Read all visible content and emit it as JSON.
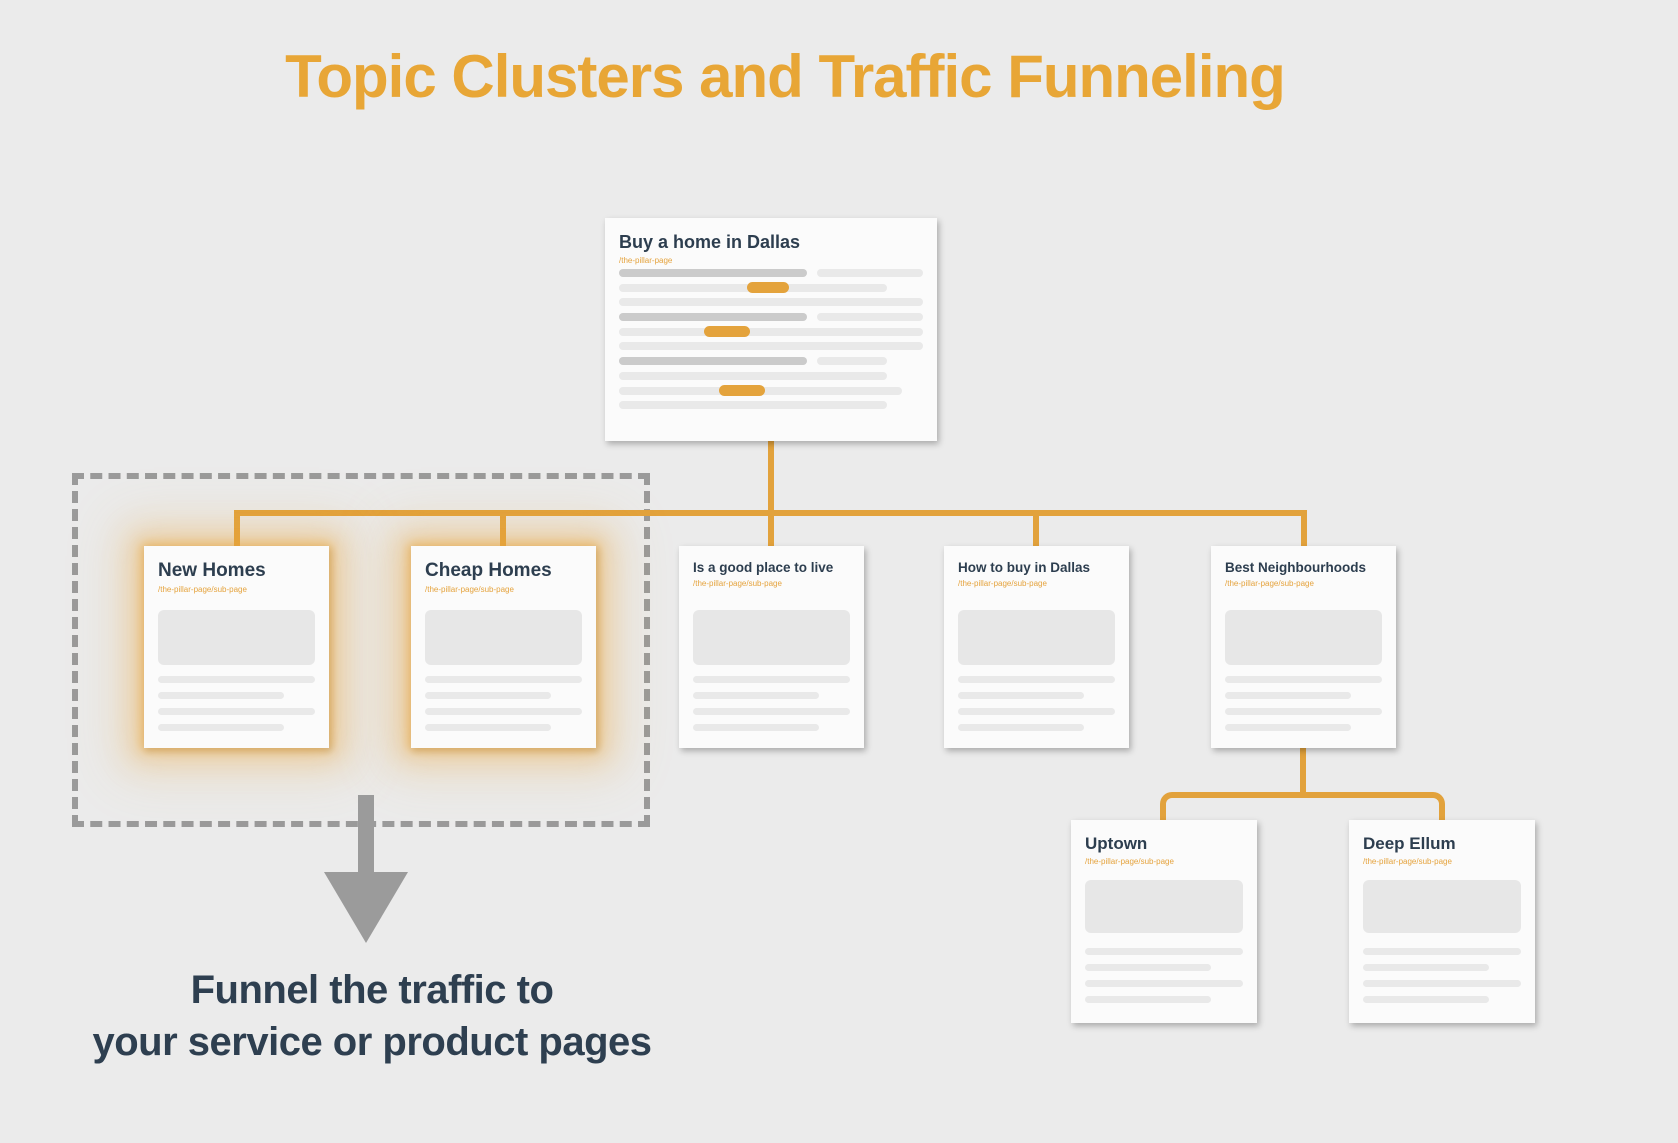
{
  "title": "Topic Clusters and Traffic Funneling",
  "pillar": {
    "title": "Buy a home in Dallas",
    "url": "/the-pillar-page",
    "skeleton_rows": [
      {
        "segs": [
          {
            "c": "dark",
            "x": 0,
            "w": 62
          },
          {
            "c": "light",
            "x": 65,
            "w": 35
          }
        ]
      },
      {
        "segs": [
          {
            "c": "light",
            "x": 0,
            "w": 88
          }
        ],
        "pill": {
          "x": 42,
          "w": 14
        }
      },
      {
        "segs": [
          {
            "c": "light",
            "x": 0,
            "w": 100
          }
        ]
      },
      {
        "segs": [
          {
            "c": "dark",
            "x": 0,
            "w": 62
          },
          {
            "c": "light",
            "x": 65,
            "w": 35
          }
        ]
      },
      {
        "segs": [
          {
            "c": "light",
            "x": 0,
            "w": 100
          }
        ],
        "pill": {
          "x": 28,
          "w": 15
        }
      },
      {
        "segs": [
          {
            "c": "light",
            "x": 0,
            "w": 100
          }
        ]
      },
      {
        "segs": [
          {
            "c": "dark",
            "x": 0,
            "w": 62
          },
          {
            "c": "light",
            "x": 65,
            "w": 23
          }
        ]
      },
      {
        "segs": [
          {
            "c": "light",
            "x": 0,
            "w": 88
          }
        ]
      },
      {
        "segs": [
          {
            "c": "light",
            "x": 0,
            "w": 93
          }
        ],
        "pill": {
          "x": 33,
          "w": 15
        }
      },
      {
        "segs": [
          {
            "c": "light",
            "x": 0,
            "w": 88
          }
        ]
      }
    ]
  },
  "subpages": [
    {
      "title": "New Homes",
      "url": "/the-pillar-page/sub-page",
      "highlighted": true
    },
    {
      "title": "Cheap Homes",
      "url": "/the-pillar-page/sub-page",
      "highlighted": true
    },
    {
      "title": "Is a good place to live",
      "url": "/the-pillar-page/sub-page",
      "highlighted": false
    },
    {
      "title": "How to buy in Dallas",
      "url": "/the-pillar-page/sub-page",
      "highlighted": false
    },
    {
      "title": "Best Neighbourhoods",
      "url": "/the-pillar-page/sub-page",
      "highlighted": false
    }
  ],
  "neighbourhoods": [
    {
      "title": "Uptown",
      "url": "/the-pillar-page/sub-page"
    },
    {
      "title": "Deep Ellum",
      "url": "/the-pillar-page/sub-page"
    }
  ],
  "funnel_caption": {
    "line1": "Funnel the traffic to",
    "line2": "your service or product pages"
  },
  "skeleton": {
    "card_line_widths": [
      100,
      80,
      100,
      80
    ]
  },
  "colors": {
    "background": "#ebebeb",
    "title_orange": "#e8a636",
    "accent_orange": "#e2a23c",
    "navy_text": "#2e3f50",
    "arrow_gray": "#9b9b9b",
    "dash_gray": "#9a9a9a",
    "card_bg": "#fbfbfb"
  }
}
